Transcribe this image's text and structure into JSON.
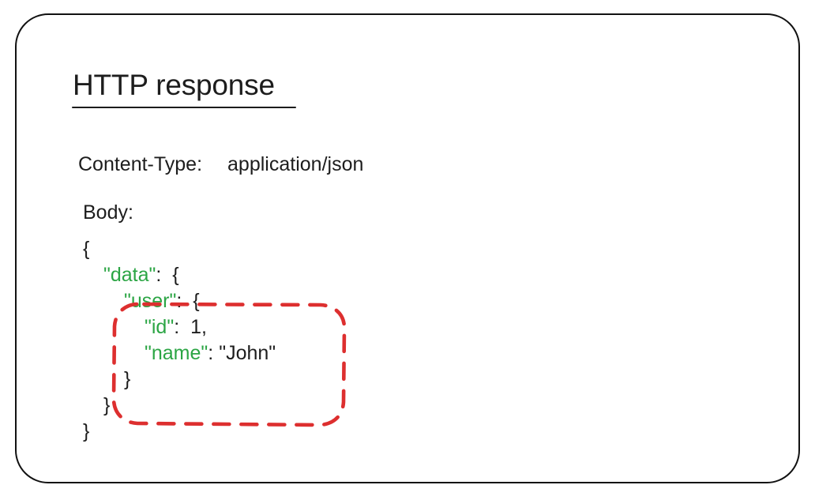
{
  "slide": {
    "title": "HTTP response",
    "frame_color": "#111111",
    "background": "#ffffff"
  },
  "header": {
    "name": "Content-Type:",
    "value": "application/json"
  },
  "body": {
    "label": "Body:",
    "json_lines": [
      {
        "indent": 0,
        "tokens": [
          {
            "type": "punct",
            "text": "{"
          }
        ]
      },
      {
        "indent": 1,
        "tokens": [
          {
            "type": "key",
            "text": "\"data\""
          },
          {
            "type": "punct",
            "text": ":  {"
          }
        ]
      },
      {
        "indent": 2,
        "tokens": [
          {
            "type": "key",
            "text": "\"user\""
          },
          {
            "type": "punct",
            "text": ":  {"
          }
        ]
      },
      {
        "indent": 3,
        "tokens": [
          {
            "type": "key",
            "text": "\"id\""
          },
          {
            "type": "punct",
            "text": ":  "
          },
          {
            "type": "num",
            "text": "1"
          },
          {
            "type": "punct",
            "text": ","
          }
        ]
      },
      {
        "indent": 3,
        "tokens": [
          {
            "type": "key",
            "text": "\"name\""
          },
          {
            "type": "punct",
            "text": ": "
          },
          {
            "type": "str",
            "text": "\"John\""
          }
        ]
      },
      {
        "indent": 2,
        "tokens": [
          {
            "type": "punct",
            "text": "}"
          }
        ]
      },
      {
        "indent": 1,
        "tokens": [
          {
            "type": "punct",
            "text": "}"
          }
        ]
      },
      {
        "indent": 0,
        "tokens": [
          {
            "type": "punct",
            "text": "}"
          }
        ]
      }
    ]
  },
  "annotation": {
    "shape": "dashed-rounded-rectangle",
    "color": "#dd2f2f",
    "highlights": "user object"
  },
  "colors": {
    "json_key_green": "#2ba544",
    "annotation_red": "#dd2f2f",
    "ink_black": "#1d1d1d"
  }
}
